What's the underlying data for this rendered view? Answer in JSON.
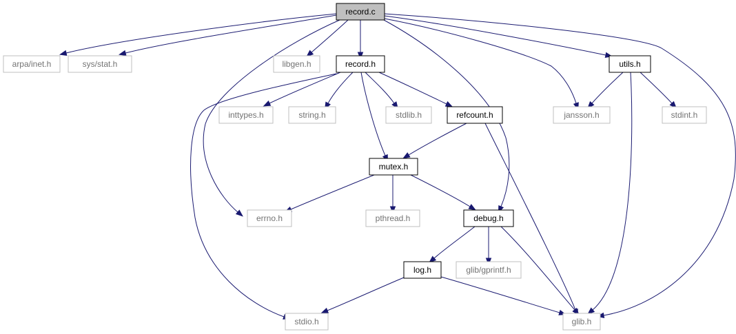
{
  "nodes": {
    "record_c": {
      "label": "record.c",
      "style": "root"
    },
    "arpa_inet": {
      "label": "arpa/inet.h",
      "style": "external"
    },
    "sys_stat": {
      "label": "sys/stat.h",
      "style": "external"
    },
    "libgen": {
      "label": "libgen.h",
      "style": "external"
    },
    "record_h": {
      "label": "record.h",
      "style": "local"
    },
    "utils_h": {
      "label": "utils.h",
      "style": "local"
    },
    "inttypes": {
      "label": "inttypes.h",
      "style": "external"
    },
    "string_h": {
      "label": "string.h",
      "style": "external"
    },
    "stdlib_h": {
      "label": "stdlib.h",
      "style": "external"
    },
    "refcount_h": {
      "label": "refcount.h",
      "style": "local"
    },
    "jansson_h": {
      "label": "jansson.h",
      "style": "external"
    },
    "stdint_h": {
      "label": "stdint.h",
      "style": "external"
    },
    "mutex_h": {
      "label": "mutex.h",
      "style": "local"
    },
    "errno_h": {
      "label": "errno.h",
      "style": "external"
    },
    "pthread_h": {
      "label": "pthread.h",
      "style": "external"
    },
    "debug_h": {
      "label": "debug.h",
      "style": "local"
    },
    "log_h": {
      "label": "log.h",
      "style": "local"
    },
    "gprintf_h": {
      "label": "glib/gprintf.h",
      "style": "external"
    },
    "stdio_h": {
      "label": "stdio.h",
      "style": "external"
    },
    "glib_h": {
      "label": "glib.h",
      "style": "external"
    }
  },
  "edges": [
    {
      "from": "record_c",
      "to": "arpa_inet"
    },
    {
      "from": "record_c",
      "to": "sys_stat"
    },
    {
      "from": "record_c",
      "to": "libgen"
    },
    {
      "from": "record_c",
      "to": "record_h"
    },
    {
      "from": "record_c",
      "to": "utils_h"
    },
    {
      "from": "record_c",
      "to": "jansson_h"
    },
    {
      "from": "record_c",
      "to": "glib_h"
    },
    {
      "from": "record_c",
      "to": "errno_h"
    },
    {
      "from": "record_c",
      "to": "debug_h"
    },
    {
      "from": "record_h",
      "to": "inttypes"
    },
    {
      "from": "record_h",
      "to": "string_h"
    },
    {
      "from": "record_h",
      "to": "stdlib_h"
    },
    {
      "from": "record_h",
      "to": "refcount_h"
    },
    {
      "from": "record_h",
      "to": "mutex_h"
    },
    {
      "from": "record_h",
      "to": "stdio_h"
    },
    {
      "from": "utils_h",
      "to": "jansson_h"
    },
    {
      "from": "utils_h",
      "to": "stdint_h"
    },
    {
      "from": "utils_h",
      "to": "glib_h"
    },
    {
      "from": "refcount_h",
      "to": "mutex_h"
    },
    {
      "from": "refcount_h",
      "to": "glib_h"
    },
    {
      "from": "mutex_h",
      "to": "errno_h"
    },
    {
      "from": "mutex_h",
      "to": "pthread_h"
    },
    {
      "from": "mutex_h",
      "to": "debug_h"
    },
    {
      "from": "debug_h",
      "to": "log_h"
    },
    {
      "from": "debug_h",
      "to": "gprintf_h"
    },
    {
      "from": "debug_h",
      "to": "glib_h"
    },
    {
      "from": "log_h",
      "to": "stdio_h"
    },
    {
      "from": "log_h",
      "to": "glib_h"
    }
  ],
  "colors": {
    "edge": "#191970",
    "root_fill": "#bfbfbf",
    "root_border": "#000000",
    "local_border": "#000000",
    "external_border": "#bfbfbf",
    "external_text": "#737373",
    "text": "#000000"
  }
}
